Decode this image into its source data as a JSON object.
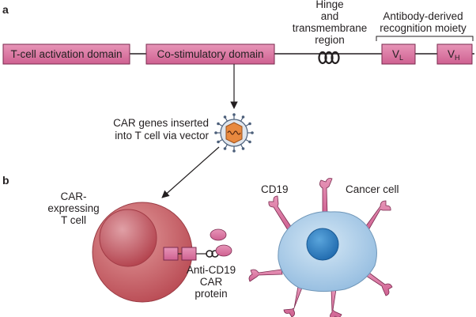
{
  "panels": {
    "a": "a",
    "b": "b"
  },
  "construct": {
    "activation_domain": "T-cell activation domain",
    "costimulatory_domain": "Co-stimulatory domain",
    "hinge_label": [
      "Hinge",
      "and",
      "transmembrane",
      "region"
    ],
    "recognition_label": [
      "Antibody-derived",
      "recognition moiety"
    ],
    "vl_main": "V",
    "vl_sub": "L",
    "vh_main": "V",
    "vh_sub": "H"
  },
  "vector": {
    "label": [
      "CAR genes inserted",
      "into T cell via vector"
    ]
  },
  "tcell": {
    "label": [
      "CAR-",
      "expressing",
      "T cell"
    ],
    "protein_label": [
      "Anti-CD19",
      "CAR",
      "protein"
    ]
  },
  "cancer": {
    "cd19_label": "CD19",
    "cell_label": "Cancer cell"
  },
  "colors": {
    "domain_fill": "#d9739e",
    "domain_stroke": "#7a2a4e",
    "tcell_outer": "#c9666c",
    "tcell_inner": "#b8464f",
    "cancer_fill": "#a9cbe5",
    "cancer_nucleus": "#2f7fc1",
    "virus_fill": "#e8893f",
    "receptor": "#d9739e"
  }
}
